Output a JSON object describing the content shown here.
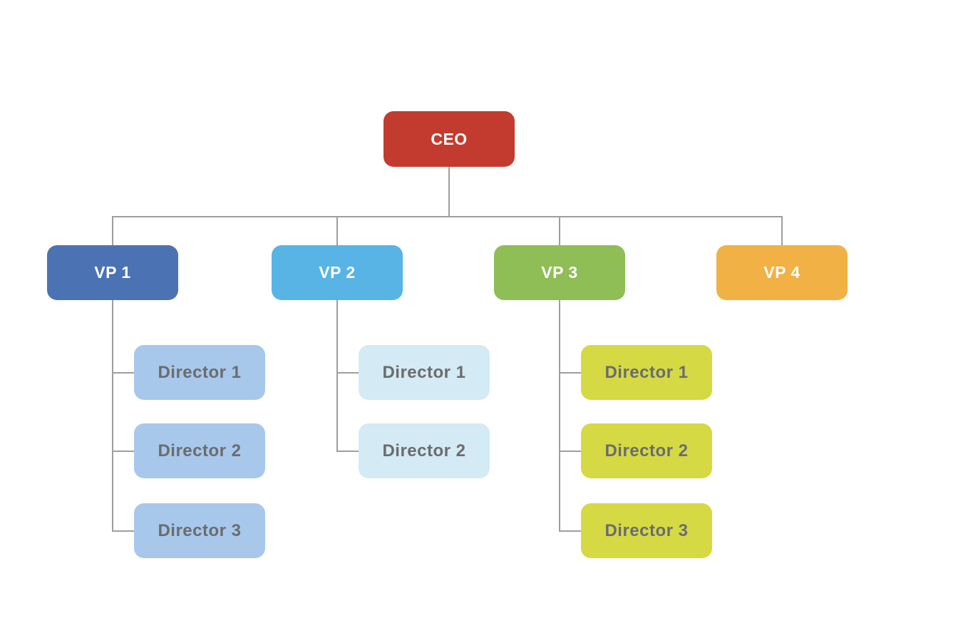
{
  "page": {
    "background_color": "#ffffff"
  },
  "diagram": {
    "type": "org-chart",
    "connector_color": "#9e9e9e",
    "root": {
      "id": "ceo",
      "label": "CEO",
      "fill": "#c23b2e",
      "text_color": "#ffffff"
    },
    "vps": [
      {
        "id": "vp-1",
        "label": "VP 1",
        "fill": "#4b73b4",
        "text_color": "#ffffff",
        "children": [
          {
            "id": "vp1-director-1",
            "label": "Director 1",
            "fill": "#a7c8eb",
            "text_color": "#6b6c6e"
          },
          {
            "id": "vp1-director-2",
            "label": "Director 2",
            "fill": "#a7c8eb",
            "text_color": "#6b6c6e"
          },
          {
            "id": "vp1-director-3",
            "label": "Director 3",
            "fill": "#a7c8eb",
            "text_color": "#6b6c6e"
          }
        ]
      },
      {
        "id": "vp-2",
        "label": "VP 2",
        "fill": "#57b4e5",
        "text_color": "#ffffff",
        "children": [
          {
            "id": "vp2-director-1",
            "label": "Director 1",
            "fill": "#d4eaf5",
            "text_color": "#6b6c6e"
          },
          {
            "id": "vp2-director-2",
            "label": "Director 2",
            "fill": "#d4eaf5",
            "text_color": "#6b6c6e"
          }
        ]
      },
      {
        "id": "vp-3",
        "label": "VP 3",
        "fill": "#8ebe55",
        "text_color": "#ffffff",
        "children": [
          {
            "id": "vp3-director-1",
            "label": "Director 1",
            "fill": "#d5d944",
            "text_color": "#6b6c6e"
          },
          {
            "id": "vp3-director-2",
            "label": "Director 2",
            "fill": "#d5d944",
            "text_color": "#6b6c6e"
          },
          {
            "id": "vp3-director-3",
            "label": "Director 3",
            "fill": "#d5d944",
            "text_color": "#6b6c6e"
          }
        ]
      },
      {
        "id": "vp-4",
        "label": "VP 4",
        "fill": "#f1b144",
        "text_color": "#ffffff",
        "children": []
      }
    ]
  }
}
